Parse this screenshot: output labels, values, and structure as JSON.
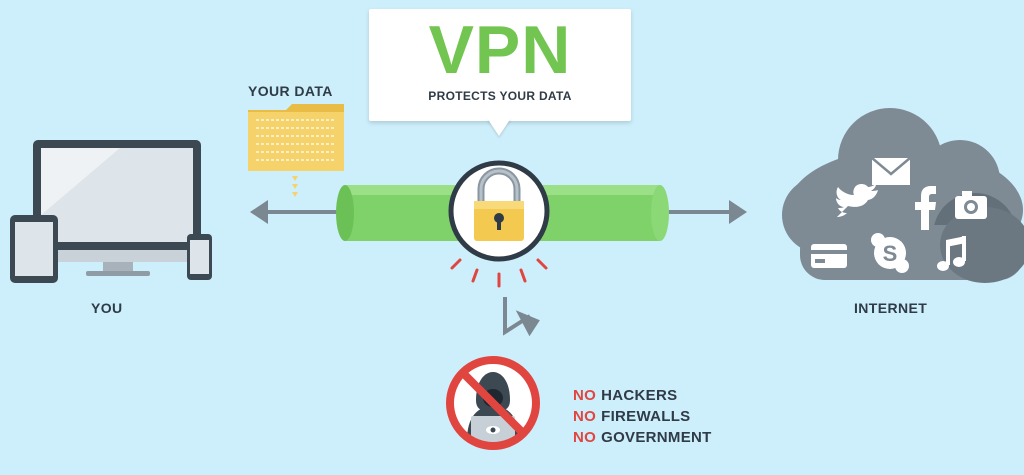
{
  "callout": {
    "title": "VPN",
    "subtitle": "PROTECTS YOUR DATA"
  },
  "labels": {
    "your_data": "YOUR DATA",
    "you": "YOU",
    "internet": "INTERNET"
  },
  "threats": [
    {
      "prefix": "NO",
      "text": "HACKERS"
    },
    {
      "prefix": "NO",
      "text": "FIREWALLS"
    },
    {
      "prefix": "NO",
      "text": "GOVERNMENT"
    }
  ],
  "internet_icons": [
    "mail-icon",
    "twitter-icon",
    "facebook-icon",
    "camera-icon",
    "credit-card-icon",
    "skype-icon",
    "music-icon"
  ],
  "colors": {
    "background": "#cdeefb",
    "accent_green": "#73c552",
    "tunnel_green": "#7fd16a",
    "danger_red": "#e0463f",
    "device_dark": "#3c4852",
    "cloud_gray": "#7e8a94",
    "folder_yellow": "#f5d36a",
    "text_dark": "#2f3b46"
  }
}
